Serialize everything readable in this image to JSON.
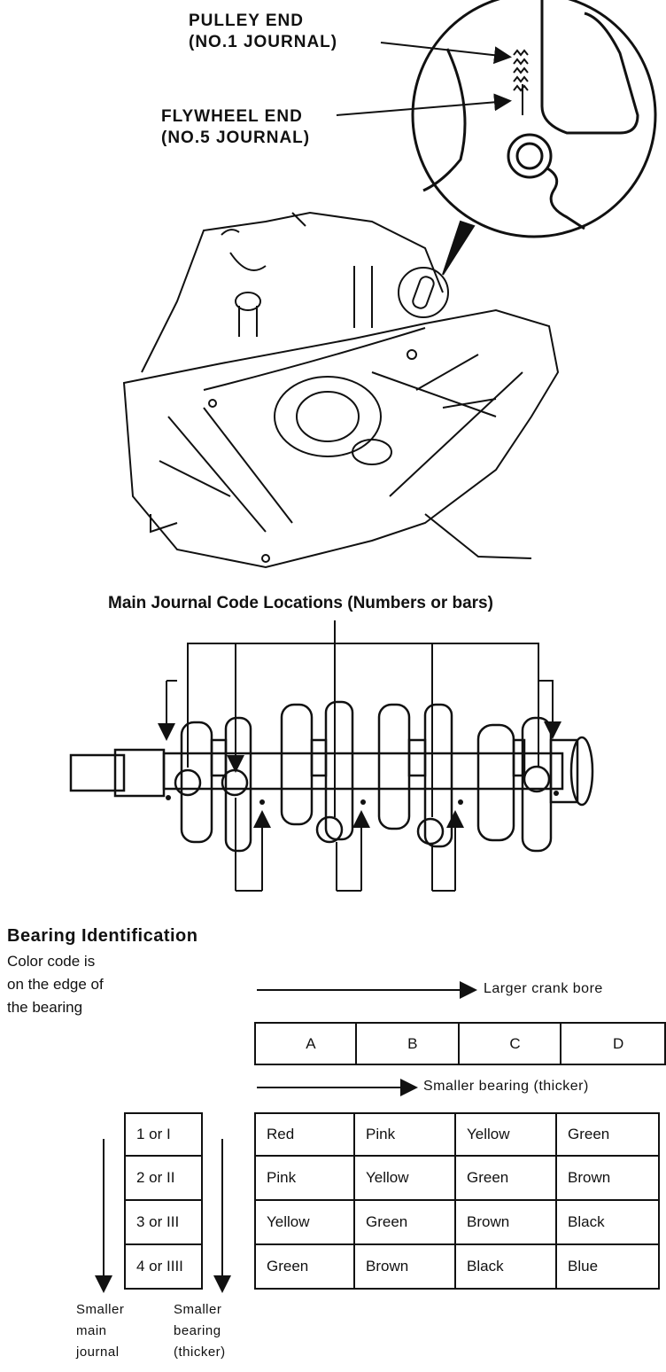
{
  "callouts": {
    "pulley_end": "PULLEY END",
    "pulley_journal": "(NO.1 JOURNAL)",
    "flywheel_end": "FLYWHEEL END",
    "flywheel_journal": "(NO.5 JOURNAL)"
  },
  "crank_caption": "Main Journal Code Locations (Numbers or bars)",
  "bearing": {
    "title": "Bearing Identification",
    "note": [
      "Color code is",
      "on the edge of",
      "the bearing"
    ],
    "larger_crank_bore": "Larger crank bore",
    "smaller_bearing_thicker": "Smaller bearing (thicker)",
    "columns": [
      "A",
      "B",
      "C",
      "D"
    ],
    "rows": [
      "1 or I",
      "2 or II",
      "3 or III",
      "4 or IIII"
    ],
    "colors": [
      [
        "Red",
        "Pink",
        "Yellow",
        "Green"
      ],
      [
        "Pink",
        "Yellow",
        "Green",
        "Brown"
      ],
      [
        "Yellow",
        "Green",
        "Brown",
        "Black"
      ],
      [
        "Green",
        "Brown",
        "Black",
        "Blue"
      ]
    ],
    "smaller_main_journal": [
      "Smaller",
      "main",
      "journal"
    ],
    "smaller_bearing_vertical": [
      "Smaller",
      "bearing",
      "(thicker)"
    ]
  }
}
